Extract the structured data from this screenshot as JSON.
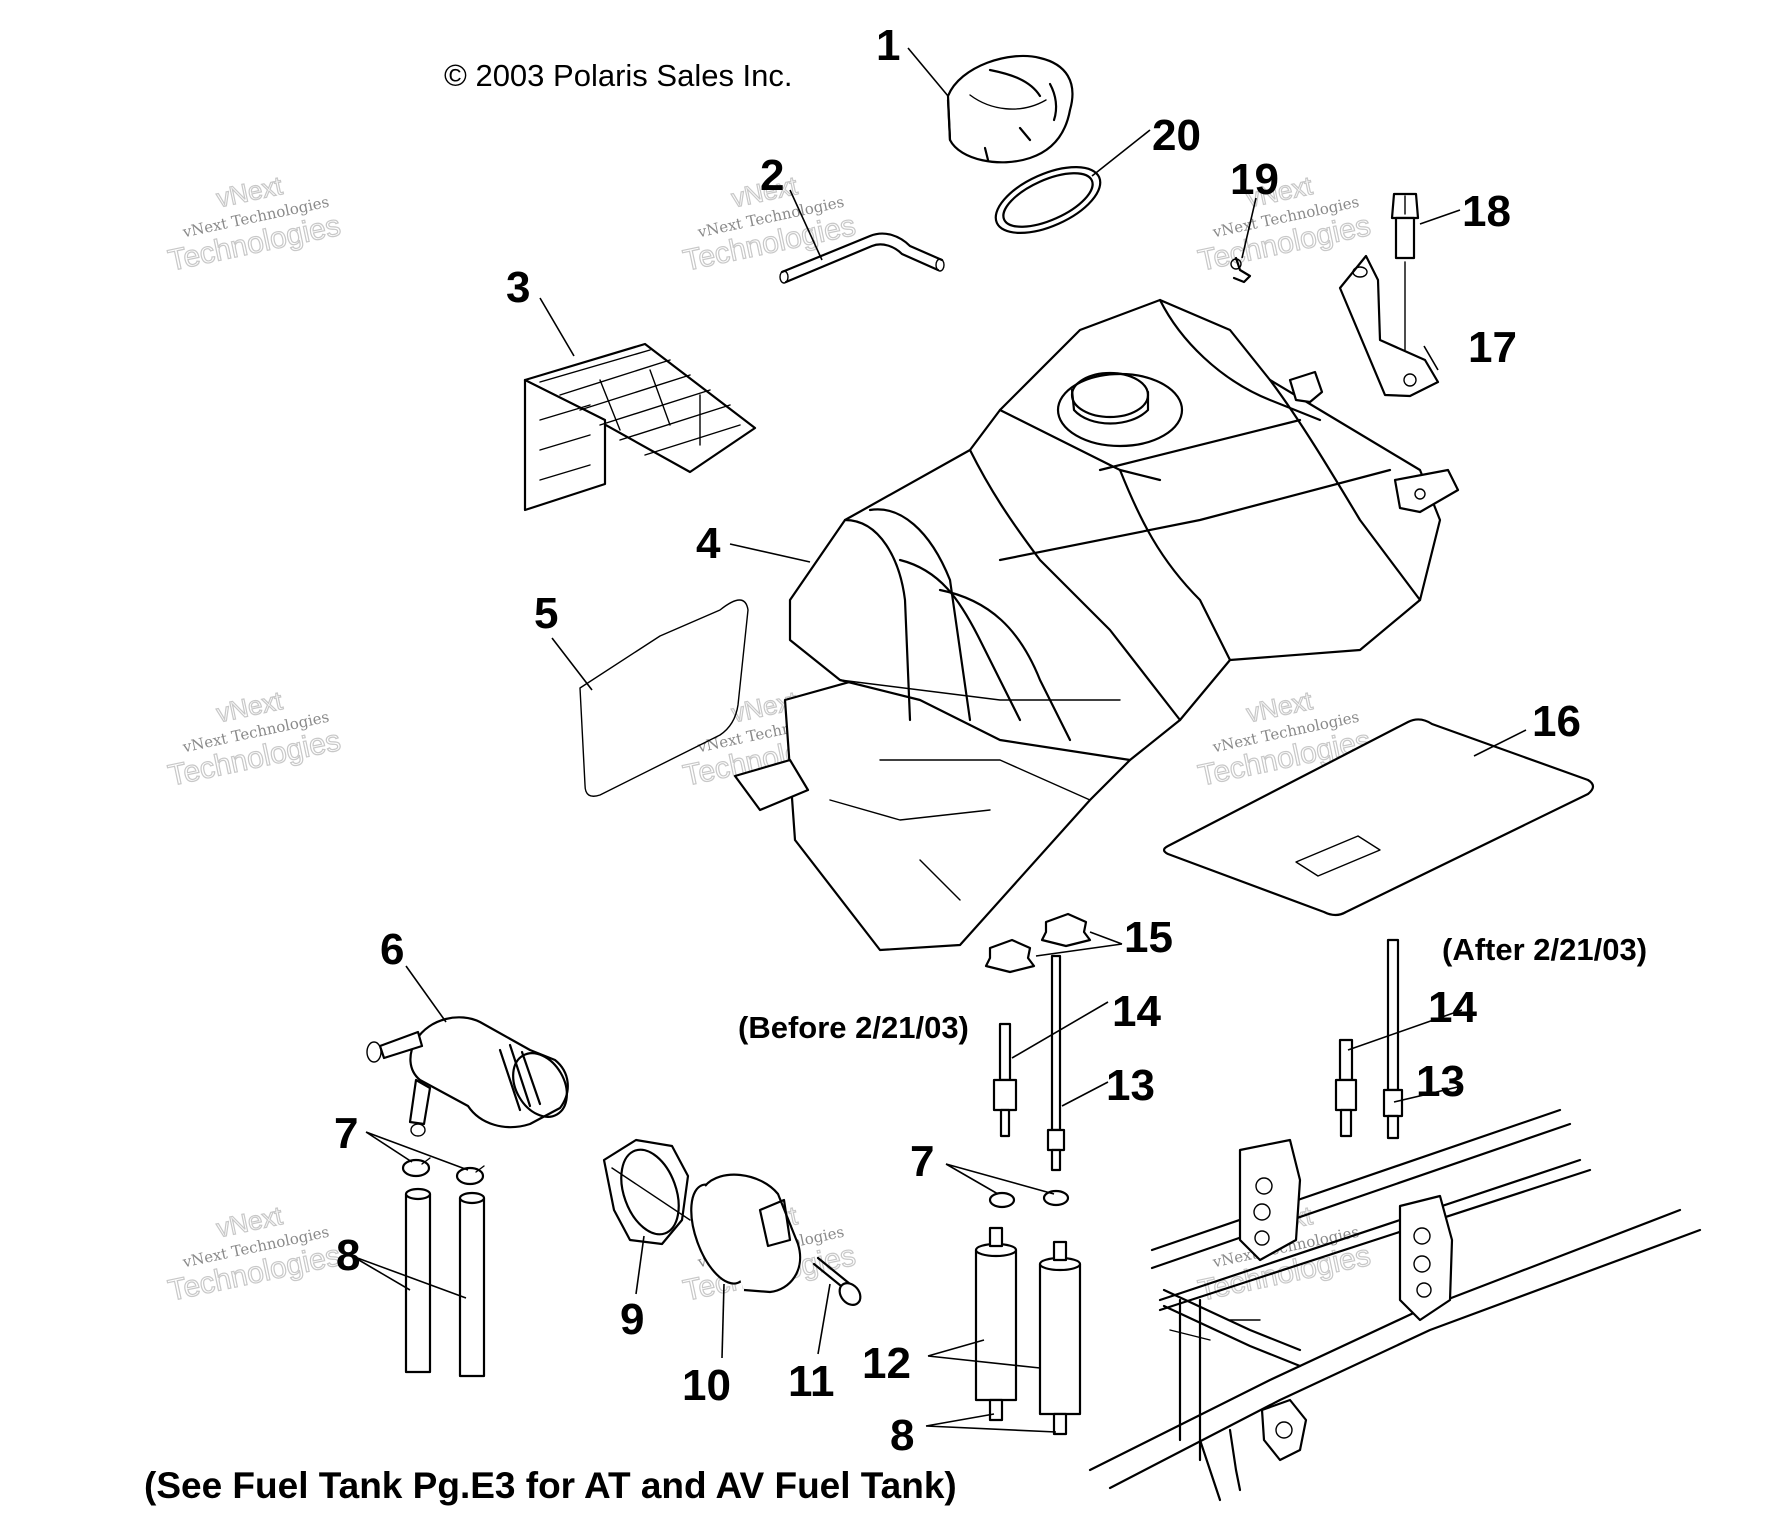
{
  "copyright": "© 2003 Polaris Sales Inc.",
  "footer_note": "(See Fuel Tank Pg.E3 for AT and AV Fuel Tank)",
  "notes": {
    "before": "(Before 2/21/03)",
    "after": "(After 2/21/03)"
  },
  "callouts": {
    "c1": "1",
    "c2": "2",
    "c3": "3",
    "c4": "4",
    "c5": "5",
    "c6": "6",
    "c7a": "7",
    "c7b": "7",
    "c8a": "8",
    "c8b": "8",
    "c9": "9",
    "c10": "10",
    "c11": "11",
    "c12": "12",
    "c13a": "13",
    "c13b": "13",
    "c14a": "14",
    "c14b": "14",
    "c15": "15",
    "c16": "16",
    "c17": "17",
    "c18": "18",
    "c19": "19",
    "c20": "20"
  },
  "watermark": {
    "line1": "vNext",
    "line2": "vNext Technologies",
    "line3": "Technologies"
  }
}
